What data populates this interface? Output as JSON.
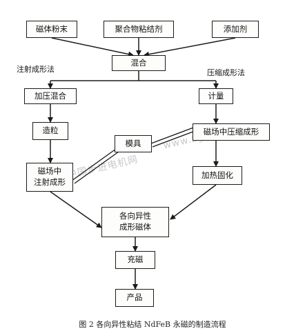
{
  "boxes": {
    "magnet_powder": "磁体粉末",
    "polymer_binder": "聚合物粘结剂",
    "additive": "添加剂",
    "mixing": "混合",
    "pressure_mixing": "加压混合",
    "weighing": "计量",
    "granulation": "造粒",
    "mold": "模具",
    "field_press_forming": "磁场中压缩成形",
    "field_injection_molding": "磁场中\n注射成形",
    "heat_curing": "加热固化",
    "anisotropic_forming": "各向异性\n成形磁体",
    "magnetizing": "充磁",
    "product": "产品"
  },
  "methods": {
    "injection": "注射成形法",
    "compression": "压缩成形法"
  },
  "caption": "图 2   各向异性粘结 NdFeB 永磁的制造流程",
  "watermark": {
    "left": "中国步进电机网",
    "right": "www.zgb"
  }
}
